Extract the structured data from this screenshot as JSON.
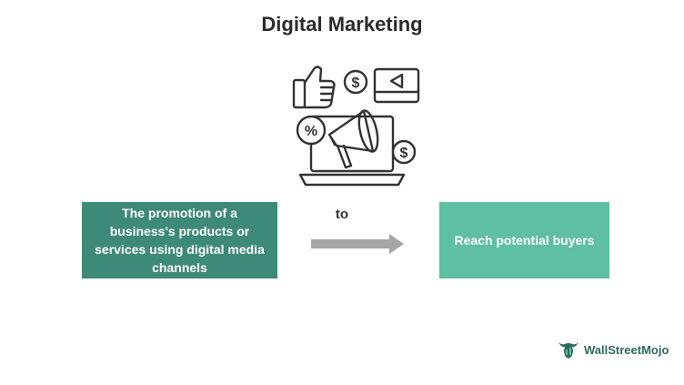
{
  "title": "Digital Marketing",
  "left_box": {
    "text": "The promotion of a business's products or services using digital media channels",
    "color": "#3e8a78"
  },
  "connector_label": "to",
  "right_box": {
    "text": "Reach potential buyers",
    "color": "#5fbfa3"
  },
  "arrow_color": "#a6a6a6",
  "brand": {
    "name": "WallStreetMojo",
    "icon": "bull-logo-icon",
    "color": "#2d6b5f"
  },
  "hero_icon": {
    "name": "digital-marketing-icon",
    "symbols": [
      "$",
      "%",
      "$"
    ]
  }
}
